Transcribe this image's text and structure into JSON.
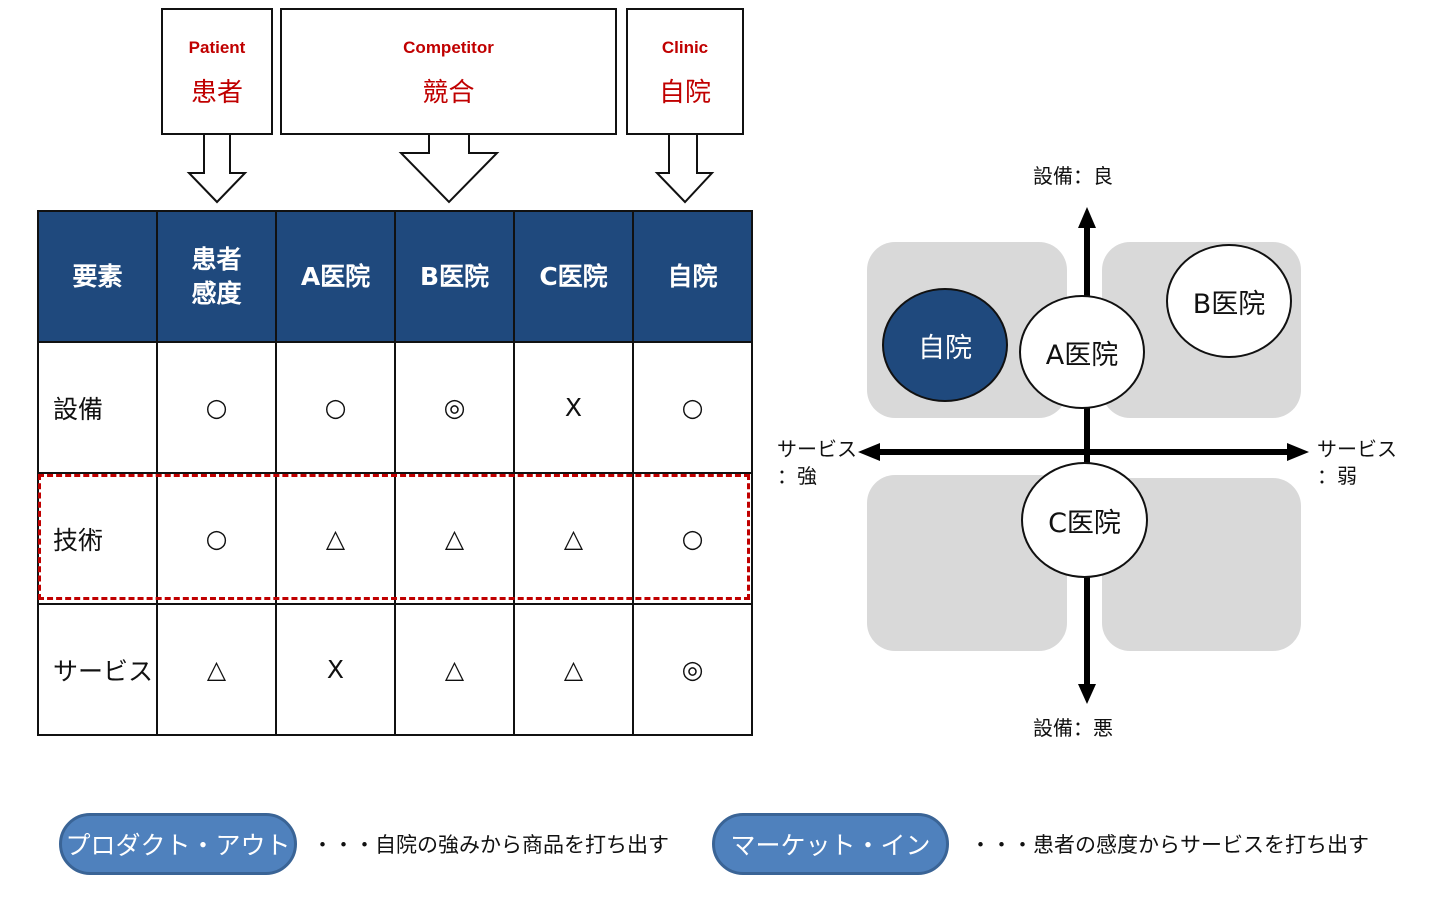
{
  "colors": {
    "accent_red": "#c00000",
    "header_navy": "#1f497d",
    "pill_blue": "#4f81bd",
    "quadrant_gray": "#d9d9d9"
  },
  "callouts": [
    {
      "en": "Patient",
      "jp": "患者"
    },
    {
      "en": "Competitor",
      "jp": "競合"
    },
    {
      "en": "Clinic",
      "jp": "自院"
    }
  ],
  "table": {
    "headers": [
      "要素",
      "患者\n感度",
      "A医院",
      "B医院",
      "C医院",
      "自院"
    ],
    "rows": [
      {
        "label": "設備",
        "values": [
          "○",
          "○",
          "◎",
          "X",
          "○"
        ]
      },
      {
        "label": "技術",
        "values": [
          "○",
          "△",
          "△",
          "△",
          "○"
        ],
        "highlighted": true
      },
      {
        "label": "サービス",
        "values": [
          "△",
          "X",
          "△",
          "△",
          "◎"
        ]
      }
    ]
  },
  "positioning_map": {
    "axis_top": "設備：良",
    "axis_bottom": "設備：悪",
    "axis_left": "サービス\n：強",
    "axis_right": "サービス\n：弱",
    "clinics": [
      {
        "name": "自院",
        "highlighted": true,
        "quadrant": "top-left"
      },
      {
        "name": "A医院",
        "highlighted": false,
        "quadrant": "top-center"
      },
      {
        "name": "B医院",
        "highlighted": false,
        "quadrant": "top-right"
      },
      {
        "name": "C医院",
        "highlighted": false,
        "quadrant": "bottom-center"
      }
    ]
  },
  "legend": [
    {
      "label": "プロダクト・アウト",
      "description": "・・・自院の強みから商品を打ち出す"
    },
    {
      "label": "マーケット・イン",
      "description": "・・・患者の感度からサービスを打ち出す"
    }
  ]
}
